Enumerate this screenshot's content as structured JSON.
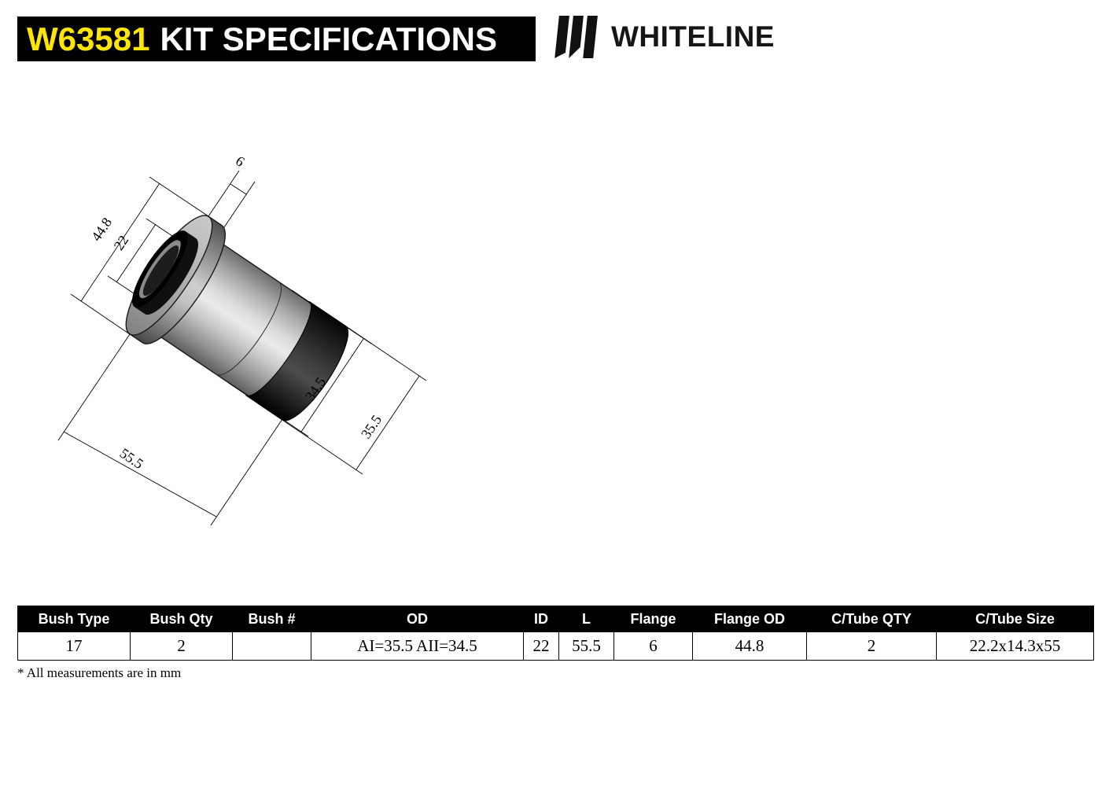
{
  "header": {
    "kit_code": "W63581",
    "title": "KIT SPECIFICATIONS",
    "bar_bg": "#000000",
    "accent_yellow": "#ffe600",
    "brand": "WHITELINE"
  },
  "diagram": {
    "dimensions": {
      "flange_od": "44.8",
      "inner_diameter": "22",
      "flange_thickness": "6",
      "length": "55.5",
      "od_aii": "34.5",
      "od_ai": "35.5"
    }
  },
  "table": {
    "headers": [
      "Bush Type",
      "Bush Qty",
      "Bush #",
      "OD",
      "ID",
      "L",
      "Flange",
      "Flange OD",
      "C/Tube QTY",
      "C/Tube Size"
    ],
    "row": [
      "17",
      "2",
      "",
      "AI=35.5 AII=34.5",
      "22",
      "55.5",
      "6",
      "44.8",
      "2",
      "22.2x14.3x55"
    ]
  },
  "footnote": "* All measurements are in mm"
}
